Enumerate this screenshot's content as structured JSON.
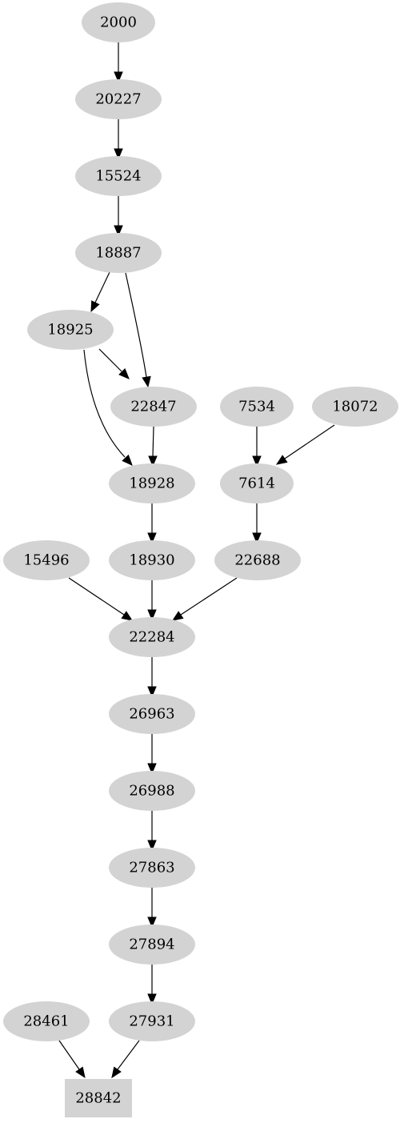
{
  "diagram": {
    "colors": {
      "node_fill": "#d3d3d3",
      "edge": "#000000",
      "text": "#000000",
      "background": "#ffffff"
    },
    "nodes": [
      {
        "id": "n2000",
        "label": "2000",
        "shape": "ellipse"
      },
      {
        "id": "n20227",
        "label": "20227",
        "shape": "ellipse"
      },
      {
        "id": "n15524",
        "label": "15524",
        "shape": "ellipse"
      },
      {
        "id": "n18887",
        "label": "18887",
        "shape": "ellipse"
      },
      {
        "id": "n18925",
        "label": "18925",
        "shape": "ellipse"
      },
      {
        "id": "n22847",
        "label": "22847",
        "shape": "ellipse"
      },
      {
        "id": "n7534",
        "label": "7534",
        "shape": "ellipse"
      },
      {
        "id": "n18072",
        "label": "18072",
        "shape": "ellipse"
      },
      {
        "id": "n18928",
        "label": "18928",
        "shape": "ellipse"
      },
      {
        "id": "n7614",
        "label": "7614",
        "shape": "ellipse"
      },
      {
        "id": "n15496",
        "label": "15496",
        "shape": "ellipse"
      },
      {
        "id": "n18930",
        "label": "18930",
        "shape": "ellipse"
      },
      {
        "id": "n22688",
        "label": "22688",
        "shape": "ellipse"
      },
      {
        "id": "n22284",
        "label": "22284",
        "shape": "ellipse"
      },
      {
        "id": "n26963",
        "label": "26963",
        "shape": "ellipse"
      },
      {
        "id": "n26988",
        "label": "26988",
        "shape": "ellipse"
      },
      {
        "id": "n27863",
        "label": "27863",
        "shape": "ellipse"
      },
      {
        "id": "n27894",
        "label": "27894",
        "shape": "ellipse"
      },
      {
        "id": "n28461",
        "label": "28461",
        "shape": "ellipse"
      },
      {
        "id": "n27931",
        "label": "27931",
        "shape": "ellipse"
      },
      {
        "id": "n28842",
        "label": "28842",
        "shape": "box"
      }
    ],
    "edges": [
      {
        "from": "n2000",
        "to": "n20227"
      },
      {
        "from": "n20227",
        "to": "n15524"
      },
      {
        "from": "n15524",
        "to": "n18887"
      },
      {
        "from": "n18887",
        "to": "n18925"
      },
      {
        "from": "n18887",
        "to": "n22847"
      },
      {
        "from": "n18925",
        "to": "n22847"
      },
      {
        "from": "n18925",
        "to": "n18928"
      },
      {
        "from": "n22847",
        "to": "n18928"
      },
      {
        "from": "n7534",
        "to": "n7614"
      },
      {
        "from": "n18072",
        "to": "n7614"
      },
      {
        "from": "n18928",
        "to": "n18930"
      },
      {
        "from": "n7614",
        "to": "n22688"
      },
      {
        "from": "n15496",
        "to": "n22284"
      },
      {
        "from": "n18930",
        "to": "n22284"
      },
      {
        "from": "n22688",
        "to": "n22284"
      },
      {
        "from": "n22284",
        "to": "n26963"
      },
      {
        "from": "n26963",
        "to": "n26988"
      },
      {
        "from": "n26988",
        "to": "n27863"
      },
      {
        "from": "n27863",
        "to": "n27894"
      },
      {
        "from": "n27894",
        "to": "n27931"
      },
      {
        "from": "n28461",
        "to": "n28842"
      },
      {
        "from": "n27931",
        "to": "n28842"
      }
    ]
  }
}
